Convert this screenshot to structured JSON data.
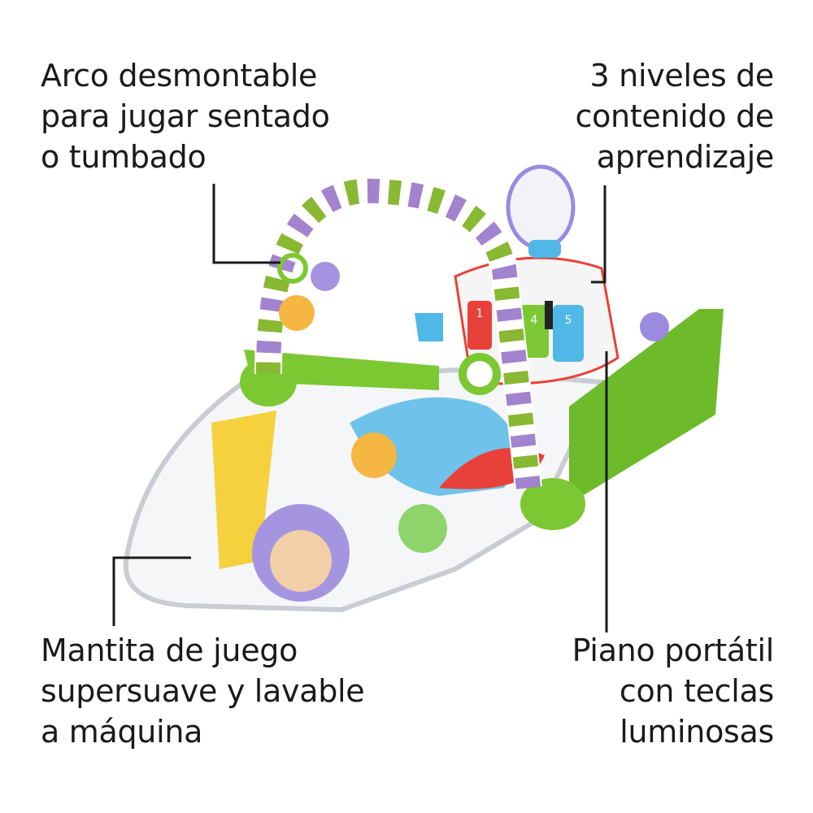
{
  "callouts": {
    "top_left": {
      "lines": [
        "Arco desmontable",
        "para jugar sentado",
        "o tumbado"
      ]
    },
    "top_right": {
      "lines": [
        "3 niveles de",
        "contenido de",
        "aprendizaje"
      ]
    },
    "bottom_left": {
      "lines": [
        "Mantita de juego",
        "supersuave y lavable",
        "a máquina"
      ]
    },
    "bottom_right": {
      "lines": [
        "Piano portátil",
        "con teclas",
        "luminosas"
      ]
    }
  },
  "piano_keys": [
    "1",
    "4",
    "5"
  ],
  "colors": {
    "text": "#1a1a1a",
    "green": "#7cc832",
    "blue": "#4fb8e6",
    "purple": "#9a8be0",
    "red": "#e8413a"
  }
}
